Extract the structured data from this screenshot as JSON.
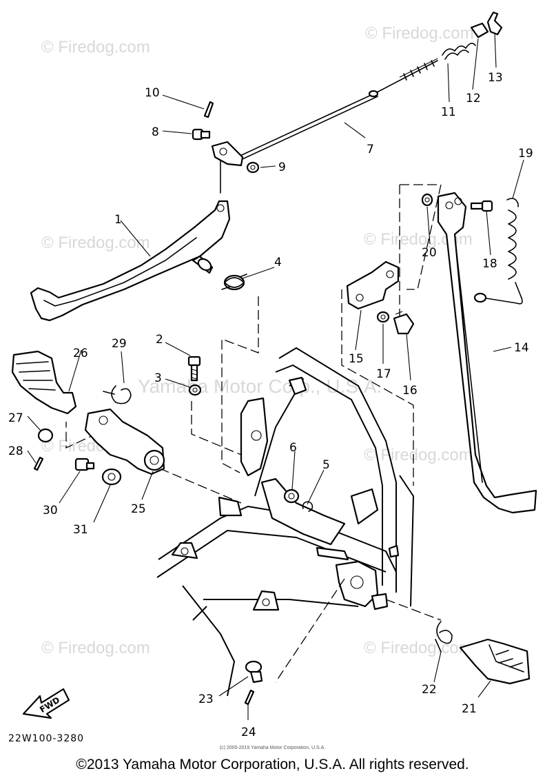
{
  "watermarks": [
    "© Firedog.com",
    "© Firedog.com",
    "© Firedog.com",
    "© Firedog.com",
    "© Firedog.com",
    "© Firedog.com",
    "© Firedog.com",
    "© Firedog.com"
  ],
  "center_watermark": "Yamaha Motor Corp., U.S.A.",
  "fwd_label": "FWD",
  "diagram_code": "22W100-3280",
  "small_copyright": "(c) 2005-2015 Yamaha Motor Corporation, U.S.A.",
  "footer": "©2013 Yamaha Motor Corporation, U.S.A. All rights reserved.",
  "part_numbers": [
    "1",
    "2",
    "3",
    "4",
    "5",
    "6",
    "7",
    "8",
    "9",
    "10",
    "11",
    "12",
    "13",
    "14",
    "15",
    "16",
    "17",
    "18",
    "19",
    "20",
    "21",
    "22",
    "23",
    "24",
    "25",
    "26",
    "27",
    "28",
    "29",
    "30",
    "31"
  ]
}
